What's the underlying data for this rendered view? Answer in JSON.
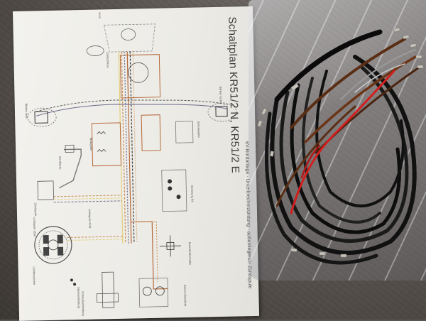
{
  "scene": {
    "description": "Photo of a printed motorcycle wiring diagram next to a new wiring harness in a plastic bag",
    "background_color": "#5a5652"
  },
  "diagram_sheet": {
    "title": "Schaltplan KR51/2 N, KR51/2 E",
    "subtitle": "6V-Bordanlage · Unterbrecherzündung · außenliegende Zündspule",
    "labels": {
      "horn": "Horn",
      "headlight_switch": "Zündschloss",
      "left_handlebar": "Blinker links",
      "right_handlebar": "Blinker rechts",
      "ignition_coil": "Zündspule",
      "spark_plug": "Zündkerze",
      "flasher": "Blinkgeber",
      "generator": "Lichtmaschine",
      "light_coil_label": "Lichtspule 21W",
      "light_coil_2": "Lichtspule 35W",
      "stop_switch": "Bremslichtschalter",
      "rear_light": "Rücklicht",
      "plug_connection": "Steckverbindung",
      "screw_connection": "Schraubverbindung",
      "fuse_box": "Sicherung 8A",
      "brake_light_lamp": "Brems-/Rücklicht",
      "headlight": "Scheinwerfer",
      "ground_symbol": "Masse"
    },
    "legend": [
      "Steckverbindung",
      "Schraubverbindung"
    ],
    "paper_color": "#f0efeb",
    "wire_colors": [
      "#c98a4a",
      "#e4cf7a",
      "#6b6b8a",
      "#3a3a3a",
      "#b5693a"
    ]
  },
  "wiring_harness": {
    "wire_colors": [
      "#111111",
      "#5a2e14",
      "#d21e1e",
      "#9a9a9a",
      "#1b8a4a"
    ],
    "packaging": "clear plastic bag"
  }
}
